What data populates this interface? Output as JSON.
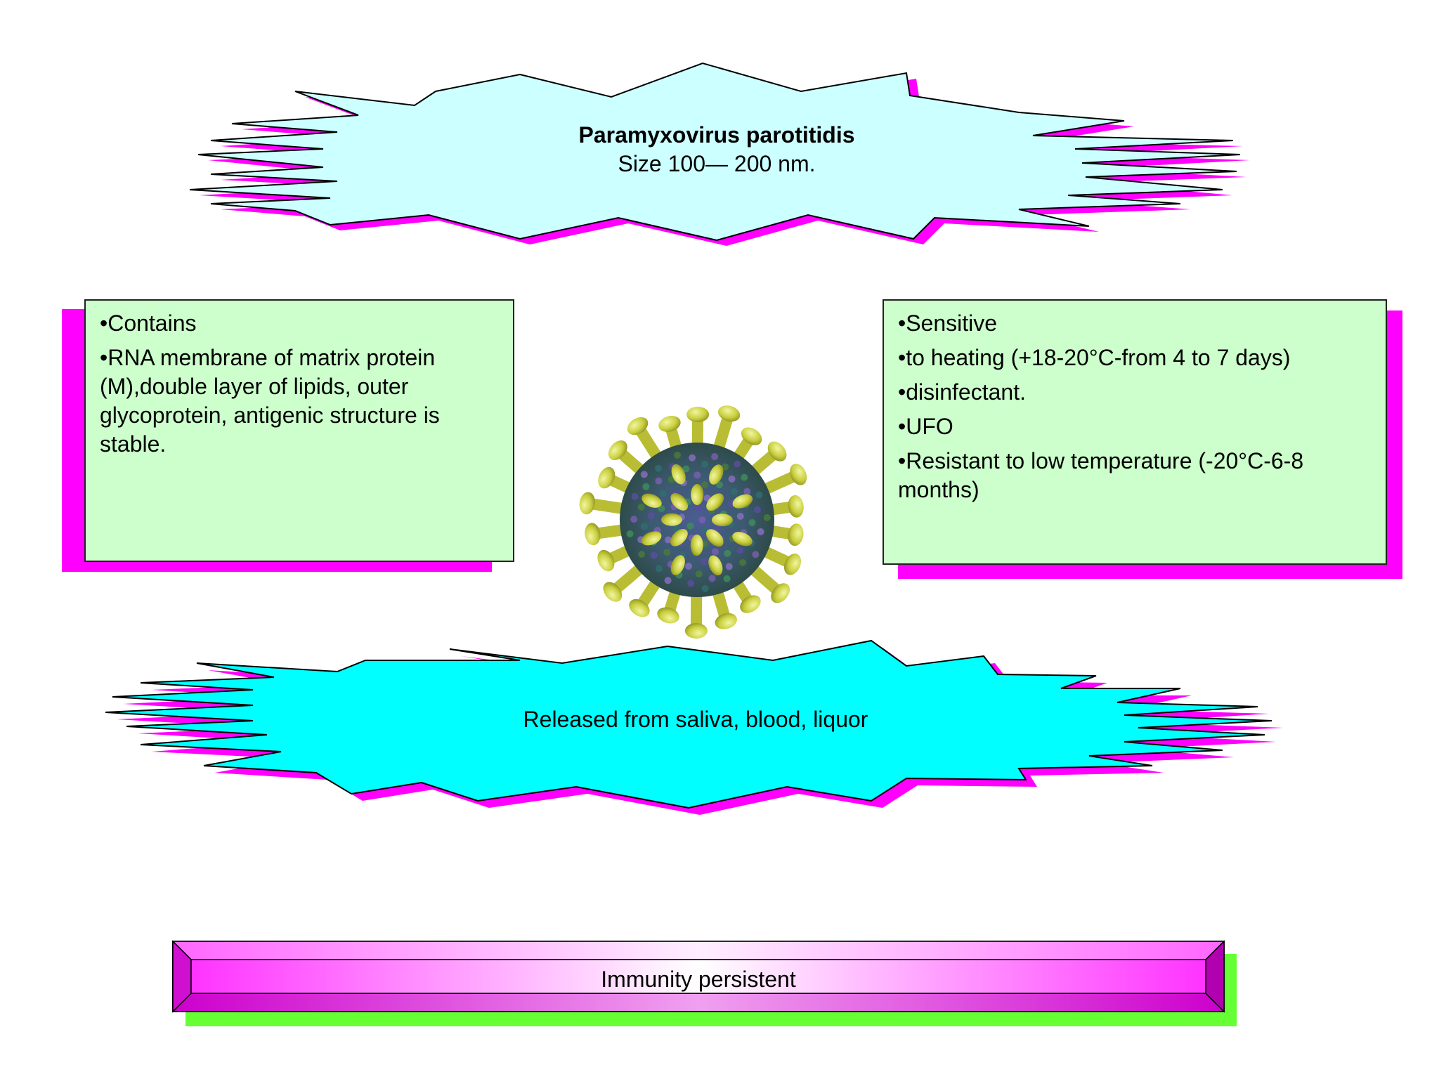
{
  "top_burst": {
    "title": "Paramyxovirus parotitidis",
    "subtitle": "Size 100— 200 nm."
  },
  "left_box": {
    "items": [
      "Contains",
      "RNA membrane of matrix protein (M),double layer of lipids, outer glycoprotein, antigenic structure is stable."
    ]
  },
  "right_box": {
    "items": [
      "Sensitive",
      "to heating (+18-20°C-from 4 to 7 days)",
      "disinfectant.",
      "UFO",
      "Resistant to low temperature (-20°C-6-8 months)"
    ]
  },
  "middle_burst": {
    "text": "Released from saliva, blood, liquor"
  },
  "immunity_bar": {
    "label": "Immunity persistent"
  },
  "colors": {
    "top_burst_fill": "#ccffff",
    "middle_burst_fill": "#00ffff",
    "burst_shadow": "#ff00ff",
    "box_fill": "#ccffcc",
    "box_shadow": "#ff00ff",
    "bar_fill": "#ff33ff",
    "bar_shadow": "#66ff33"
  }
}
